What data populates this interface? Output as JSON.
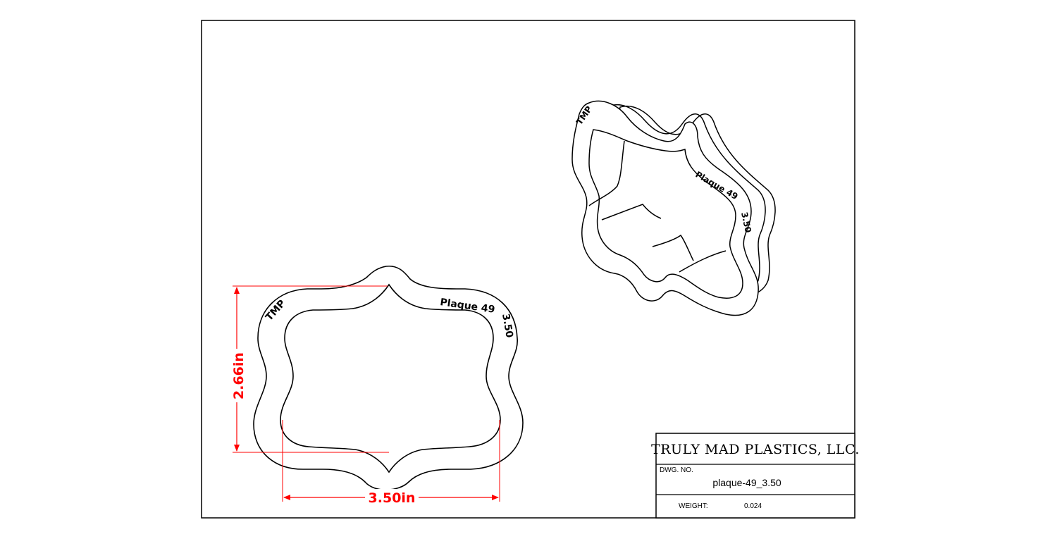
{
  "title_block": {
    "company": "TRULY MAD PLASTICS, LLC.",
    "dwg_no_label": "DWG.  NO.",
    "dwg_no_value": "plaque-49_3.50",
    "weight_label": "WEIGHT:",
    "weight_value": "0.024"
  },
  "front_view": {
    "label_left": "TMP",
    "label_right_1": "Plaque 49",
    "label_right_2": "3.50"
  },
  "iso_view": {
    "label_left": "TMP",
    "label_right_1": "Plaque 49",
    "label_right_2": "3.50"
  },
  "dimensions": {
    "height": "2.66in",
    "width": "3.50in"
  },
  "colors": {
    "line": "#000000",
    "dimension": "#ff0000",
    "background": "#ffffff"
  }
}
